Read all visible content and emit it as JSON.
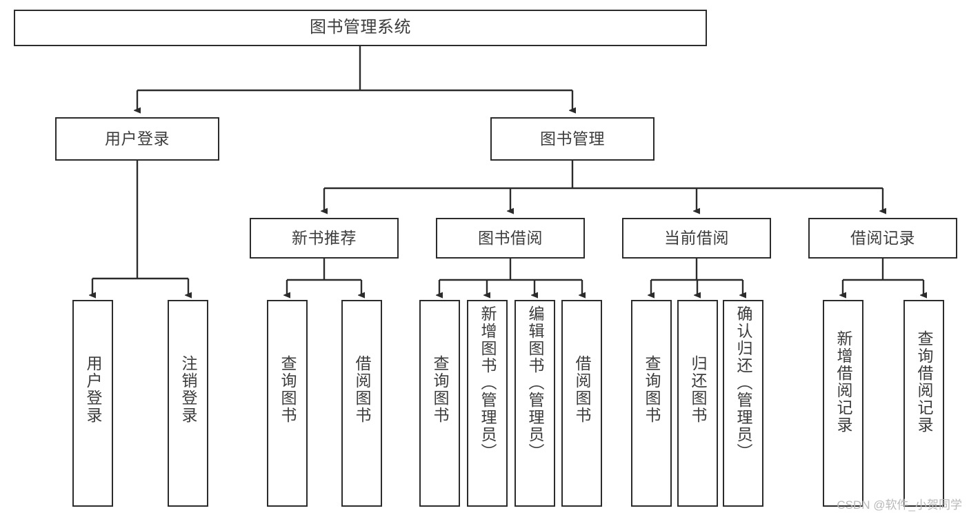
{
  "diagram": {
    "type": "tree-hierarchy",
    "title": "图书管理系统",
    "orientation": "top-down",
    "colors": {
      "box_border": "#2b2b2b",
      "box_fill": "#ffffff",
      "text": "#3c3c3c",
      "edge": "#2b2b2b",
      "watermark": "#b9b9b9"
    }
  },
  "nodes": {
    "root": {
      "label": "图书管理系统"
    },
    "level2": [
      {
        "id": "user-login",
        "label": "用户登录"
      },
      {
        "id": "book-manage",
        "label": "图书管理"
      }
    ],
    "level3": [
      {
        "id": "new-book-recommend",
        "label": "新书推荐"
      },
      {
        "id": "book-borrow",
        "label": "图书借阅"
      },
      {
        "id": "current-borrow",
        "label": "当前借阅"
      },
      {
        "id": "borrow-record",
        "label": "借阅记录"
      }
    ],
    "leaves": [
      {
        "id": "leaf-user-login",
        "label": "用户登录",
        "parent": "user-login"
      },
      {
        "id": "leaf-logout",
        "label": "注销登录",
        "parent": "user-login"
      },
      {
        "id": "leaf-query-book-1",
        "label": "查询图书",
        "parent": "new-book-recommend"
      },
      {
        "id": "leaf-borrow-book-1",
        "label": "借阅图书",
        "parent": "new-book-recommend"
      },
      {
        "id": "leaf-query-book-2",
        "label": "查询图书",
        "parent": "book-borrow"
      },
      {
        "id": "leaf-add-book",
        "label": "新增图书（管理员）",
        "parent": "book-borrow"
      },
      {
        "id": "leaf-edit-book",
        "label": "编辑图书（管理员）",
        "parent": "book-borrow"
      },
      {
        "id": "leaf-borrow-book-2",
        "label": "借阅图书",
        "parent": "book-borrow"
      },
      {
        "id": "leaf-query-book-3",
        "label": "查询图书",
        "parent": "current-borrow"
      },
      {
        "id": "leaf-return-book",
        "label": "归还图书",
        "parent": "current-borrow"
      },
      {
        "id": "leaf-confirm-return",
        "label": "确认归还（管理员）",
        "parent": "current-borrow"
      },
      {
        "id": "leaf-add-record",
        "label": "新增借阅记录",
        "parent": "borrow-record"
      },
      {
        "id": "leaf-query-record",
        "label": "查询借阅记录",
        "parent": "borrow-record"
      }
    ]
  },
  "watermark": {
    "text": "CSDN @软件_小贺同学"
  }
}
